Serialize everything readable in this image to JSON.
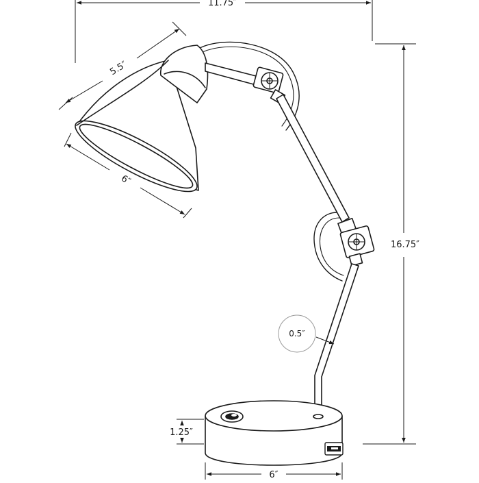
{
  "dimensions": {
    "overall_width": "11.75″",
    "shade_length": "5.5″",
    "shade_diameter": "6″",
    "overall_height": "16.75″",
    "stem_diameter": "0.5″",
    "base_height": "1.25″",
    "base_width": "6″"
  },
  "colors": {
    "line": "#1a1a1a",
    "callout_circle": "#9a9a9a"
  }
}
